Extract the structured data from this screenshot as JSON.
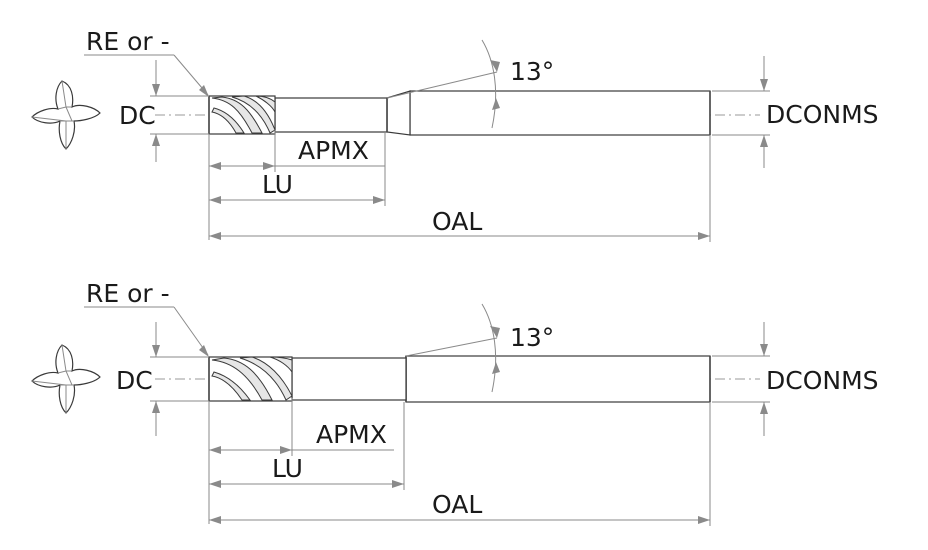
{
  "views": [
    {
      "id": "top",
      "labels": {
        "corner": "RE or -",
        "cutting_diameter": "DC",
        "angle": "13°",
        "shank_diameter": "DCONMS",
        "cutting_length": "APMX",
        "usable_length": "LU",
        "overall_length": "OAL"
      }
    },
    {
      "id": "bottom",
      "labels": {
        "corner": "RE or -",
        "cutting_diameter": "DC",
        "angle": "13°",
        "shank_diameter": "DCONMS",
        "cutting_length": "APMX",
        "usable_length": "LU",
        "overall_length": "OAL"
      }
    }
  ]
}
